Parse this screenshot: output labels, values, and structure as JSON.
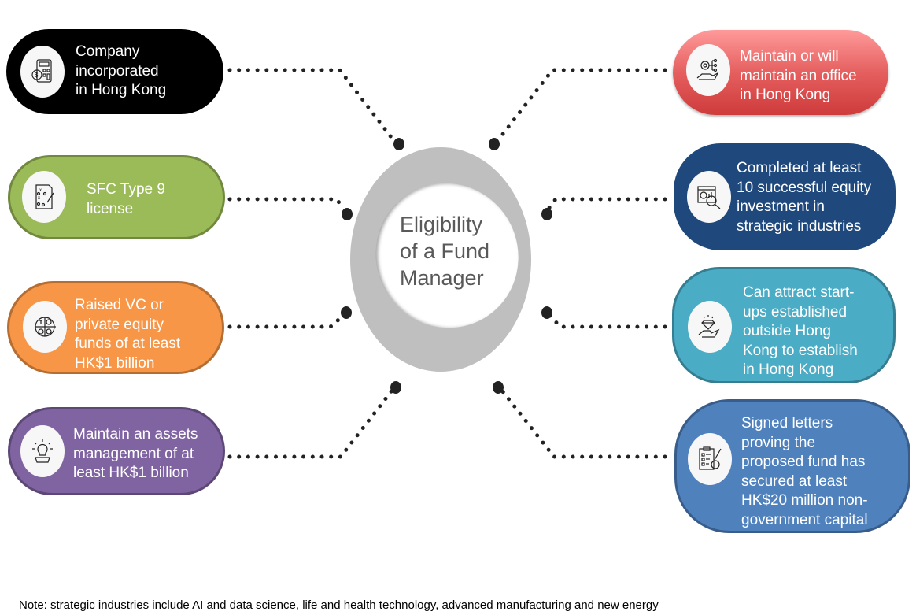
{
  "center": {
    "title": "Eligibility\nof a Fund\nManager",
    "ring_color": "#bfbfbf"
  },
  "left_items": [
    {
      "label": "Company\nincorporated\nin Hong Kong",
      "icon": "calculator-icon",
      "color": "#000000"
    },
    {
      "label": "SFC Type 9\nlicense",
      "icon": "strategy-plan-icon",
      "color": "#9bbb59"
    },
    {
      "label": "Raised VC or\nprivate equity\nfunds of at least\nHK$1 billion",
      "icon": "business-model-icon",
      "color": "#f79646"
    },
    {
      "label": "Maintain an assets\nmanagement of at\nleast HK$1 billion",
      "icon": "lightbulb-gear-icon",
      "color": "#8064a2"
    }
  ],
  "right_items": [
    {
      "label": "Maintain or will\nmaintain an office\nin Hong Kong",
      "icon": "hand-gear-network-icon",
      "color": "#e55f5f"
    },
    {
      "label": "Completed at least\n10 successful equity\ninvestment in\nstrategic industries",
      "icon": "analytics-magnifier-icon",
      "color": "#1f497d"
    },
    {
      "label": "Can attract start-\nups established\noutside Hong\nKong to establish\nin Hong Kong",
      "icon": "hand-diamond-icon",
      "color": "#4bacc6"
    },
    {
      "label": "Signed letters\nproving the\nproposed fund has\nsecured at least\nHK$20 million non-\ngovernment capital",
      "icon": "clipboard-checklist-icon",
      "color": "#4f81bd"
    }
  ],
  "note": "Note: strategic industries include AI and data science, life and health technology, advanced manufacturing and new energy"
}
